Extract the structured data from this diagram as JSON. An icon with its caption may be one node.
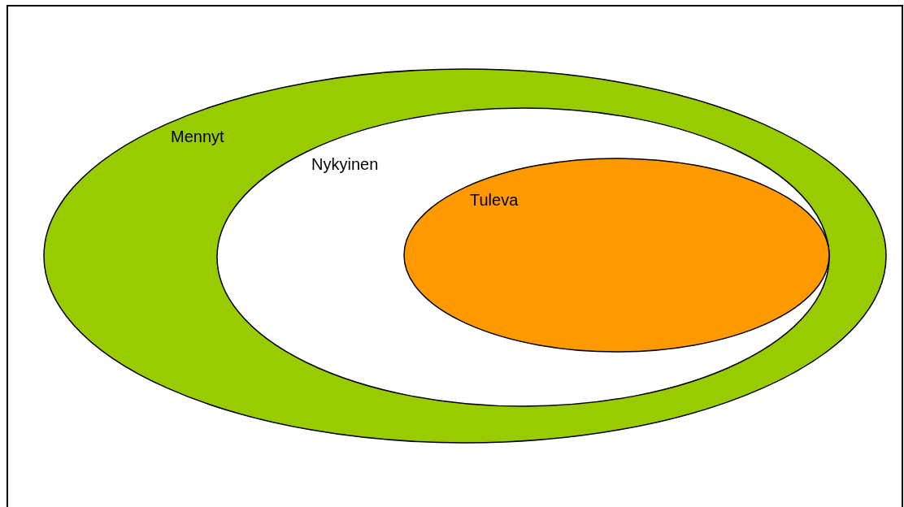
{
  "diagram": {
    "nodes": [
      {
        "text": [
          "Mennyt"
        ]
      },
      {
        "text": [
          "Nykyinen"
        ],
        "in": 0
      },
      {
        "text": [
          "Tuleva"
        ],
        "in": 1
      }
    ]
  }
}
